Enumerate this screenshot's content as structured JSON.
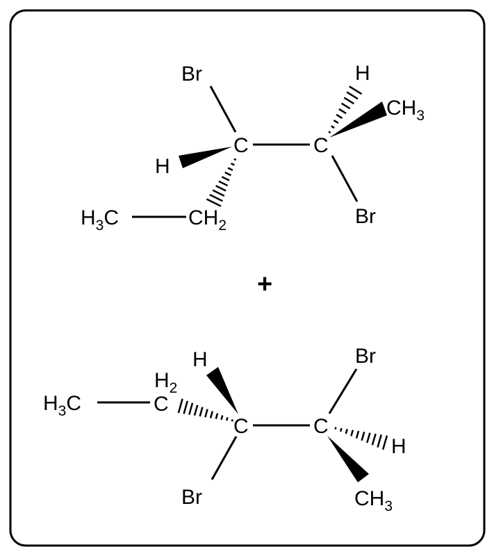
{
  "top_molecule": {
    "br_top": "Br",
    "c1": "C",
    "c2": "C",
    "h_top": "H",
    "ch3": {
      "main": "CH",
      "sub": "3"
    },
    "br_bottom": "Br",
    "h_left": "H",
    "h3c": {
      "h": "H",
      "sub": "3",
      "c": "C"
    },
    "ch2": {
      "main": "CH",
      "sub": "2"
    }
  },
  "plus": "+",
  "bottom_molecule": {
    "h3c": {
      "h": "H",
      "sub": "3",
      "c": "C"
    },
    "c_ch2": "C",
    "h2": {
      "main": "H",
      "sub": "2"
    },
    "h_top": "H",
    "c3": "C",
    "c4": "C",
    "br_bottom": "Br",
    "br_top": "Br",
    "h_right": "H",
    "ch3": {
      "main": "CH",
      "sub": "3"
    }
  }
}
